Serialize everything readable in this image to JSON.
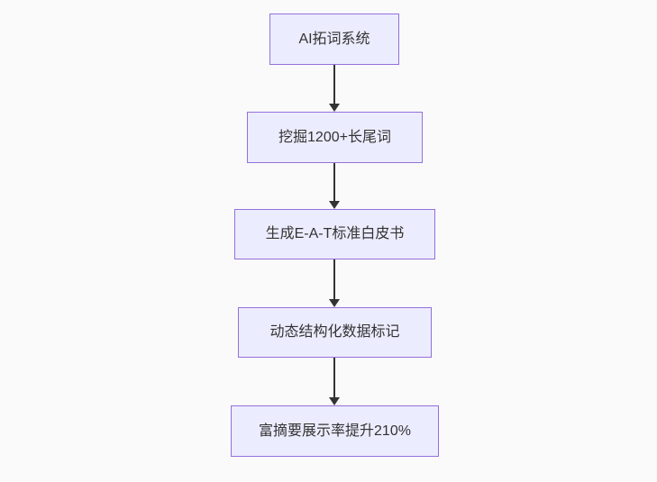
{
  "diagram": {
    "type": "flowchart",
    "direction": "top-down",
    "nodes": [
      {
        "id": "n1",
        "label": "AI拓词系统"
      },
      {
        "id": "n2",
        "label": "挖掘1200+长尾词"
      },
      {
        "id": "n3",
        "label": "生成E-A-T标准白皮书"
      },
      {
        "id": "n4",
        "label": "动态结构化数据标记"
      },
      {
        "id": "n5",
        "label": "富摘要展示率提升210%"
      }
    ],
    "edges": [
      {
        "from": "n1",
        "to": "n2",
        "style": "arrow-down"
      },
      {
        "from": "n2",
        "to": "n3",
        "style": "arrow-down"
      },
      {
        "from": "n3",
        "to": "n4",
        "style": "arrow-down"
      },
      {
        "from": "n4",
        "to": "n5",
        "style": "arrow-down"
      }
    ]
  },
  "colors": {
    "background": "#fafafa",
    "node_fill": "#ECECFF",
    "node_border": "#9370DB",
    "arrow": "#333333",
    "text": "#333333"
  }
}
